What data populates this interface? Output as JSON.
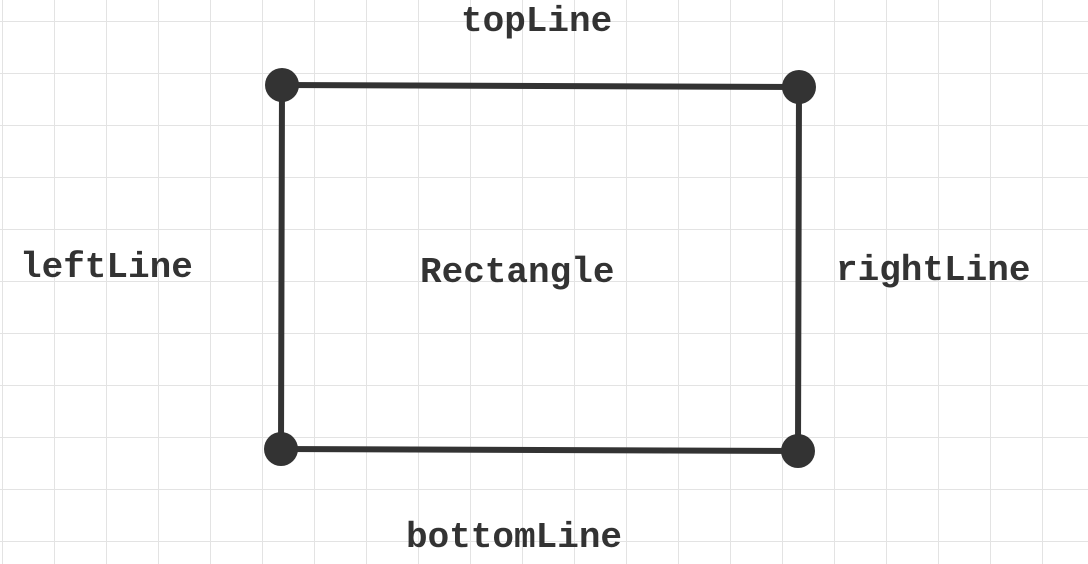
{
  "diagram": {
    "shape_label": "Rectangle",
    "edges": {
      "top": "topLine",
      "left": "leftLine",
      "right": "rightLine",
      "bottom": "bottomLine"
    }
  },
  "colors": {
    "stroke": "#333333",
    "grid": "#e3e3e3",
    "background": "#ffffff"
  }
}
